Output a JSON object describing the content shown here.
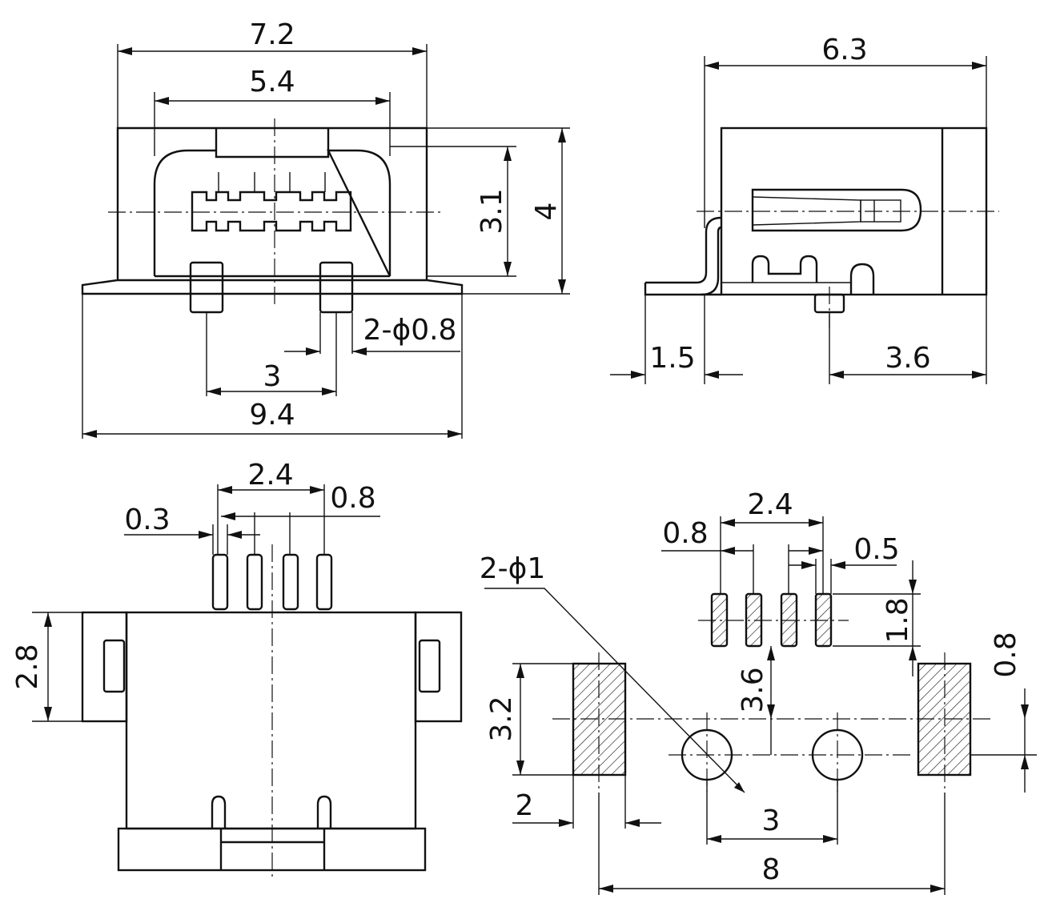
{
  "front_view": {
    "dim_width": "7.2",
    "dim_opening": "5.4",
    "dim_opening_height": "3.1",
    "dim_height": "4",
    "dim_peg": "2-ϕ0.8",
    "dim_pitch": "3",
    "dim_overall": "9.4"
  },
  "side_view": {
    "dim_depth": "6.3",
    "dim_tab": "1.5",
    "dim_peg_offset": "3.6"
  },
  "bottom_view": {
    "dim_pin_span": "2.4",
    "dim_pin_pitch": "0.8",
    "dim_pin_width": "0.3",
    "dim_tab_height": "2.8"
  },
  "footprint": {
    "dim_pad_span": "2.4",
    "dim_pad_pitch": "0.8",
    "dim_pad_width": "0.5",
    "dim_pad_length": "1.8",
    "dim_pin_row_offset": "3.6",
    "dim_hole": "2-ϕ1",
    "dim_anchor_height": "3.2",
    "dim_anchor_width": "2",
    "dim_hole_pitch": "3",
    "dim_anchor_pitch": "8",
    "dim_center_offset": "0.8"
  }
}
